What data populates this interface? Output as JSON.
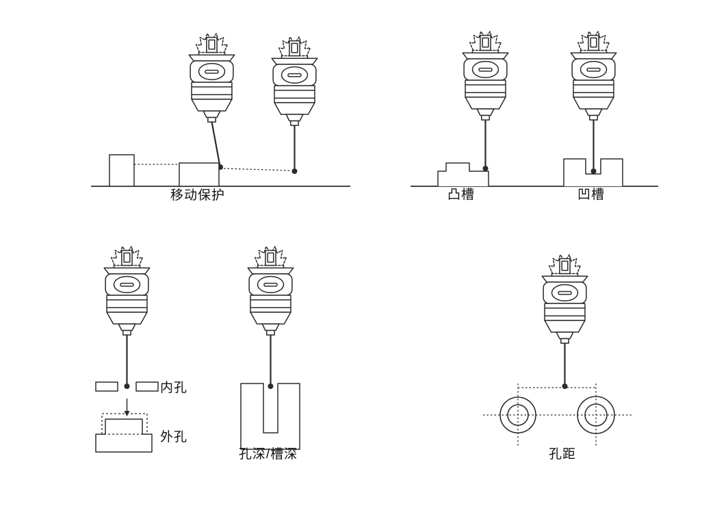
{
  "colors": {
    "background": "#ffffff",
    "line": "#2b2b2b",
    "text": "#111111"
  },
  "labels": {
    "move_protection": "移动保护",
    "boss_groove": "凸槽",
    "recess_groove": "凹槽",
    "inner_hole": "内孔",
    "outer_hole": "外孔",
    "hole_depth_slot_depth": "孔深/槽深",
    "hole_distance": "孔距"
  },
  "panels": [
    {
      "id": "move-protection",
      "label": "移动保护",
      "probes": 2
    },
    {
      "id": "boss-groove",
      "label": "凸槽",
      "probes": 1
    },
    {
      "id": "recess-groove",
      "label": "凹槽",
      "probes": 1
    },
    {
      "id": "inner-outer-hole",
      "label_top": "内孔",
      "label_bottom": "外孔",
      "probes": 1
    },
    {
      "id": "hole-depth-slot-depth",
      "label": "孔深/槽深",
      "probes": 1
    },
    {
      "id": "hole-distance",
      "label": "孔距",
      "probes": 1
    }
  ]
}
